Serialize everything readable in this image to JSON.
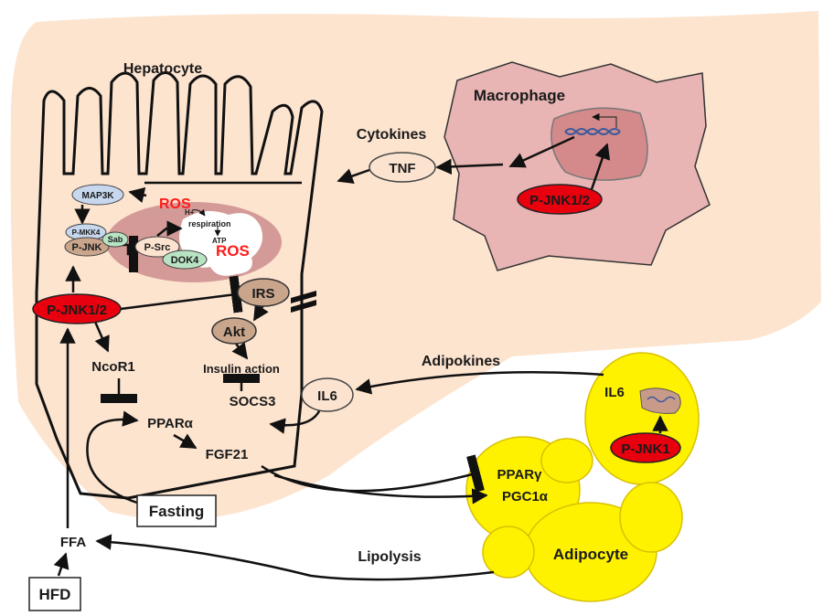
{
  "labels": {
    "hepatocyte": "Hepatocyte",
    "macrophage": "Macrophage",
    "cytokines": "Cytokines",
    "tnf": "TNF",
    "macrophage_pjnk": "P-JNK1/2",
    "map3k": "MAP3K",
    "ros_top": "ROS",
    "ros_mito": "ROS",
    "h_plus": "H+",
    "respiration": "respiration",
    "atp": "ATP",
    "pmkk4": "P-MKK4",
    "pjnk_small": "P-JNK",
    "sab": "Sab",
    "psrc": "P-Src",
    "dok4": "DOK4",
    "hepato_pjnk": "P-JNK1/2",
    "irs": "IRS",
    "akt": "Akt",
    "insulin_action": "Insulin action",
    "socs3": "SOCS3",
    "ncor1": "NcoR1",
    "ppara": "PPARα",
    "fgf21": "FGF21",
    "il6_liver": "IL6",
    "adipokines": "Adipokines",
    "il6_adipo": "IL6",
    "adipo_pjnk": "P-JNK1",
    "pparg": "PPARγ",
    "pgc1a": "PGC1α",
    "adipocyte": "Adipocyte",
    "fasting": "Fasting",
    "ffa": "FFA",
    "lipolysis": "Lipolysis",
    "hfd": "HFD"
  },
  "colors": {
    "liver": "#fde4cf",
    "macrophage": "#e8b4b4",
    "nucleus": "#d48a8a",
    "mito": "#d49a98",
    "adipocyte": "#fff200",
    "pjnk": "#e8000f",
    "ros": "#ff1a1a",
    "node_brown": "#c9a58c",
    "node_blue": "#c7d7ee",
    "node_green": "#b9e4c4",
    "node_peach": "#fbe3d0"
  }
}
